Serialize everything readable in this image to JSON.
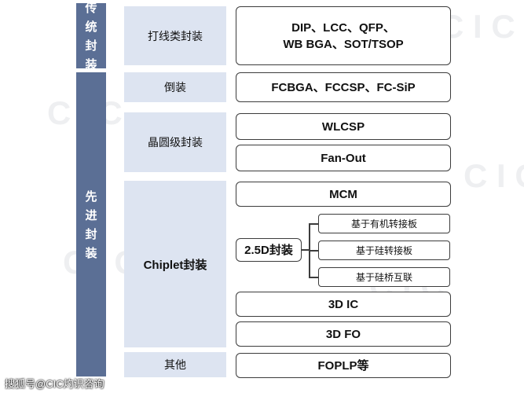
{
  "categories": [
    {
      "label": "传统封装"
    },
    {
      "label": "先进封装"
    }
  ],
  "subcategories": {
    "wire": "打线类封装",
    "flip": "倒装",
    "wafer": "晶圆级封装",
    "chiplet": "Chiplet封装",
    "other": "其他"
  },
  "boxes": {
    "dip_line1": "DIP、LCC、QFP、",
    "dip_line2": "WB BGA、SOT/TSOP",
    "fcbga": "FCBGA、FCCSP、FC-SiP",
    "wlcsp": "WLCSP",
    "fanout": "Fan-Out",
    "mcm": "MCM",
    "d25": "2.5D封装",
    "ic3d": "3D IC",
    "fo3d": "3D FO",
    "foplp": "FOPLP等"
  },
  "interposers": [
    {
      "label": "基于有机转接板"
    },
    {
      "label": "基于硅转接板"
    },
    {
      "label": "基于硅桥互联"
    }
  ],
  "footer": "搜狐号@CIC灼识咨询"
}
